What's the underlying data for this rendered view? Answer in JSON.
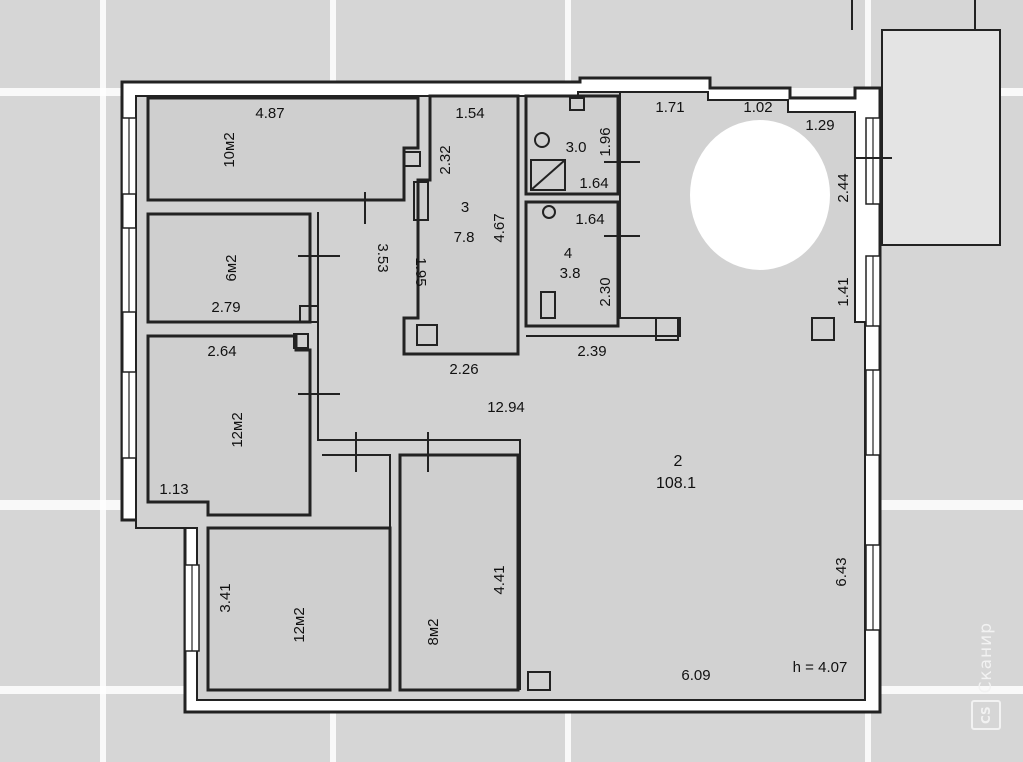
{
  "floor_plan": {
    "rooms": [
      {
        "id": "room-top-left",
        "area": "10м2"
      },
      {
        "id": "room-small",
        "area": "6м2"
      },
      {
        "id": "room-mid-left",
        "area": "12м2"
      },
      {
        "id": "room-bottom-left",
        "area": "12м2"
      },
      {
        "id": "room-bottom-mid",
        "area": "8м2"
      },
      {
        "id": "room-3",
        "number": "3",
        "area": "7.8"
      },
      {
        "id": "room-4",
        "number": "4",
        "area": "3.8"
      },
      {
        "id": "room-bath",
        "area": "3.0"
      },
      {
        "id": "room-2",
        "number": "2",
        "area": "108.1"
      }
    ],
    "dimensions": [
      "4.87",
      "1.54",
      "1.71",
      "1.02",
      "1.29",
      "2.32",
      "4.67",
      "1.96",
      "1.64",
      "1.64",
      "2.44",
      "2.30",
      "1.41",
      "3.53",
      "1.95",
      "2.79",
      "2.64",
      "2.26",
      "2.39",
      "12.94",
      "1.13",
      "3.41",
      "4.41",
      "6.43",
      "6.09"
    ],
    "height_note": "h = 4.07"
  },
  "watermark": {
    "text": "Сканир",
    "logo": "CS"
  }
}
